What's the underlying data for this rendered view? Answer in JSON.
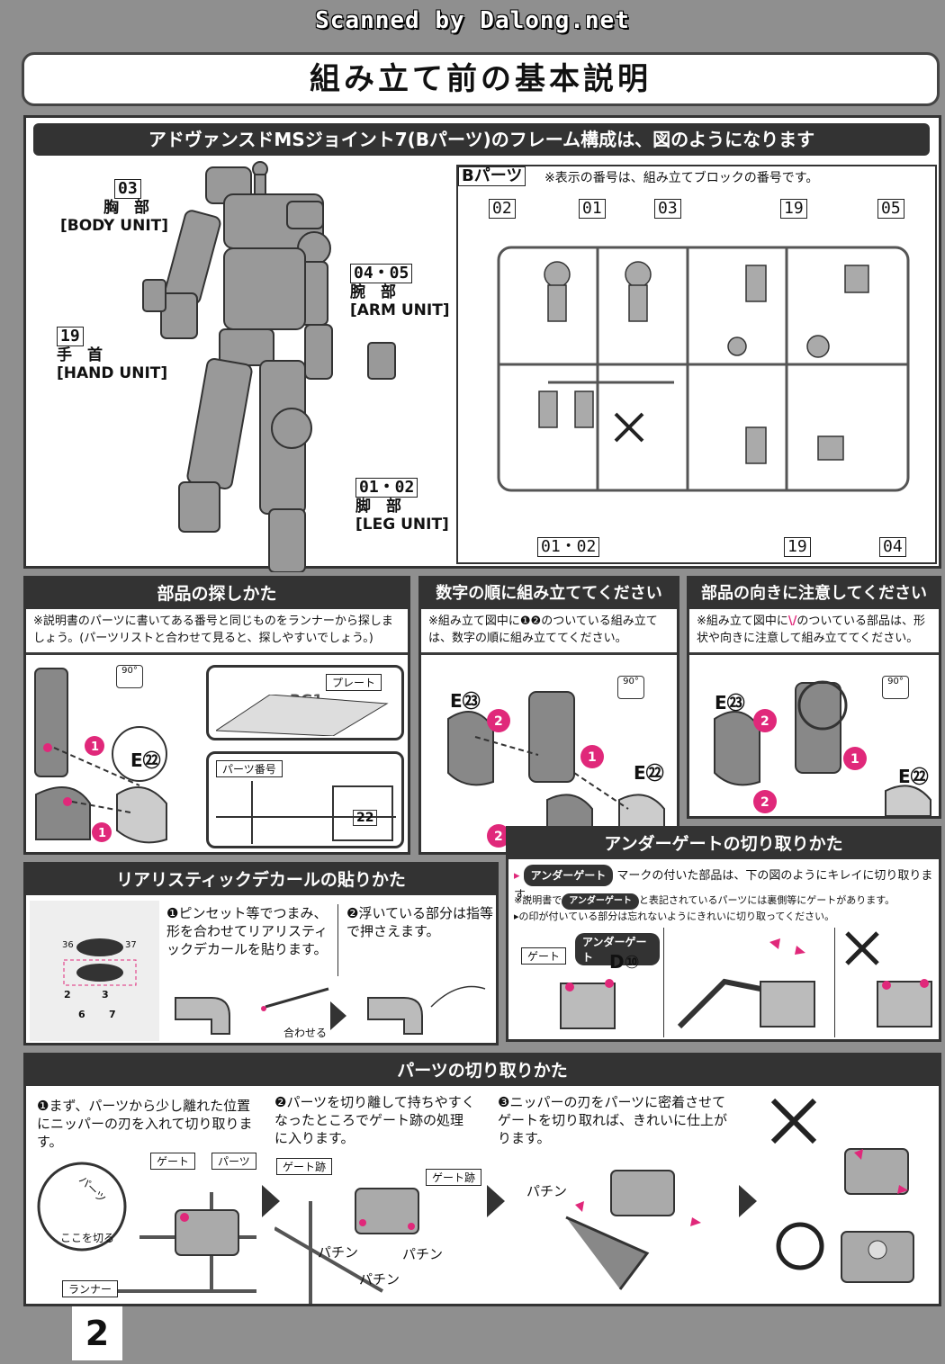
{
  "scanner_credit": "Scanned by Dalong.net",
  "page_title": "組み立て前の基本説明",
  "frame": {
    "header": "アドヴァンスドMSジョイント7(Bパーツ)のフレーム構成は、図のようになります",
    "units": [
      {
        "num": "03",
        "ja": "胸　部",
        "en": "[BODY UNIT]"
      },
      {
        "num": "04・05",
        "ja": "腕　部",
        "en": "[ARM UNIT]"
      },
      {
        "num": "19",
        "ja": "手　首",
        "en": "[HAND UNIT]"
      },
      {
        "num": "01・02",
        "ja": "脚　部",
        "en": "[LEG UNIT]"
      }
    ],
    "runner": {
      "label": "Bパーツ",
      "note": "※表示の番号は、組み立てブロックの番号です。",
      "callouts_top": [
        "02",
        "01",
        "03",
        "19",
        "05"
      ],
      "callouts_bottom": [
        "01・02",
        "19",
        "04"
      ]
    }
  },
  "find_parts": {
    "header": "部品の探しかた",
    "note": "※説明書のパーツに書いてある番号と同じものをランナーから探しましょう。(パーツリストと合わせて見ると、探しやすいでしょう。)",
    "rotate": "90°",
    "part_code": "E㉒",
    "plate_label": "プレート",
    "plate_text": "RG1",
    "part_number_label": "パーツ番号",
    "part_number_value": "22"
  },
  "order": {
    "header": "数字の順に組み立ててください",
    "note": "※組み立て図中に❶❷のついている組み立ては、数字の順に組み立ててください。",
    "rotate": "90°",
    "codes": [
      "E㉓",
      "E㉒"
    ]
  },
  "direction": {
    "header": "部品の向きに注意してください",
    "note": "※組み立て図中に",
    "note2": "のついている部品は、形状や向きに注意して組み立ててください。",
    "rotate": "90°",
    "codes": [
      "E㉓",
      "E㉒"
    ]
  },
  "undergate": {
    "header": "アンダーゲートの切り取りかた",
    "tag": "アンダーゲート",
    "intro": "マークの付いた部品は、下の図のようにキレイに切り取ります。",
    "note1": "※説明書で",
    "note1b": "と表記されているパーツには裏側等にゲートがあります。",
    "note2": "▸の印が付いている部分は忘れないようにきれいに切り取ってください。",
    "gate_label": "ゲート",
    "code": "D⑩"
  },
  "decal": {
    "header": "リアリスティックデカールの貼りかた",
    "step1": "❶ピンセット等でつまみ、形を合わせてリアリスティックデカールを貼ります。",
    "step2": "❷浮いている部分は指等で押さえます。",
    "align_label": "合わせる",
    "sheet_numbers": [
      "36",
      "37",
      "2",
      "3",
      "6",
      "7"
    ]
  },
  "cutting": {
    "header": "パーツの切り取りかた",
    "step1": "❶まず、パーツから少し離れた位置にニッパーの刃を入れて切り取ります。",
    "step2": "❷パーツを切り離して持ちやすくなったところでゲート跡の処理に入ります。",
    "step3": "❸ニッパーの刃をパーツに密着させてゲートを切り取れば、きれいに仕上がります。",
    "labels": {
      "gate": "ゲート",
      "parts": "パーツ",
      "runner": "ランナー",
      "cut_here": "ここを切る",
      "gate_mark": "ゲート跡",
      "snap": "パチン",
      "parts_short": "パーツ"
    }
  },
  "page_number": "2",
  "colors": {
    "accent": "#e0287a",
    "dark": "#333333",
    "frame_gray": "#8f8f8f"
  }
}
